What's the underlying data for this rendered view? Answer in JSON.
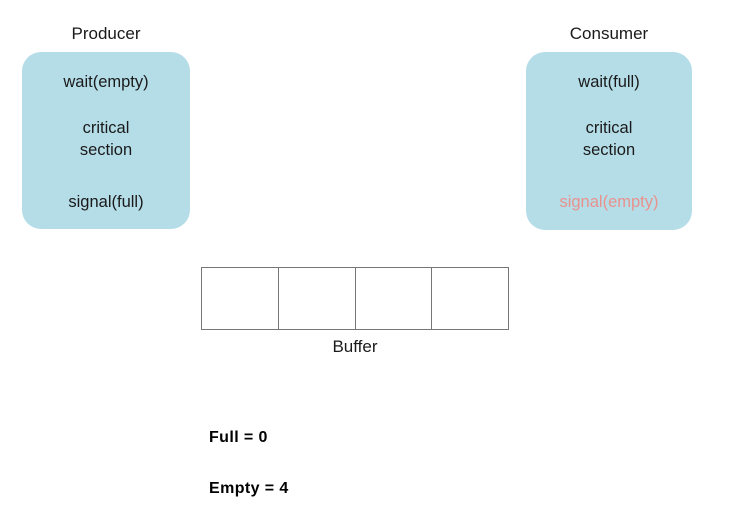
{
  "diagram": {
    "title_producer": "Producer",
    "title_consumer": "Consumer",
    "buffer_label": "Buffer",
    "colors": {
      "box_fill": "#b5dde8",
      "muted_text": "#e8928d",
      "cell_border": "#767676",
      "background": "#ffffff"
    }
  },
  "producer": {
    "title": "Producer",
    "lines": {
      "wait": "wait(empty)",
      "critical_1": "critical",
      "critical_2": "section",
      "signal": "signal(full)"
    }
  },
  "consumer": {
    "title": "Consumer",
    "lines": {
      "wait": "wait(full)",
      "critical_1": "critical",
      "critical_2": "section",
      "signal": "signal(empty)"
    }
  },
  "buffer": {
    "label": "Buffer",
    "slot_count": 4,
    "slots": [
      "",
      "",
      "",
      ""
    ]
  },
  "semaphores": {
    "full": "Full = 0",
    "empty": "Empty = 4",
    "full_name": "Full",
    "full_value": "0",
    "empty_name": "Empty",
    "empty_value": "4"
  }
}
